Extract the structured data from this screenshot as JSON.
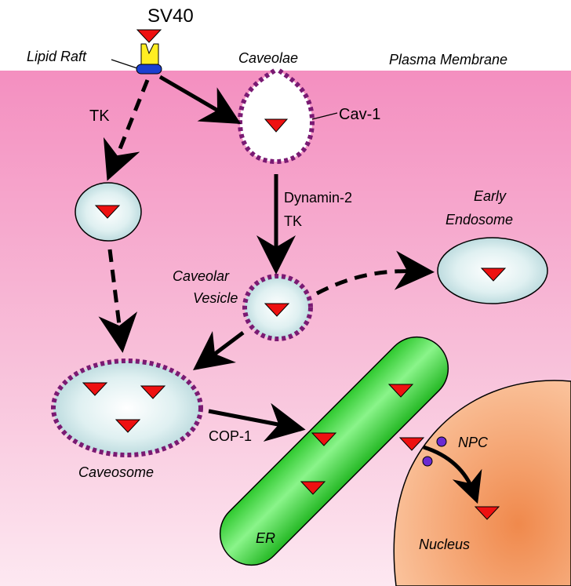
{
  "labels": {
    "sv40": "SV40",
    "lipid_raft": "Lipid Raft",
    "caveolae": "Caveolae",
    "plasma_membrane": "Plasma Membrane",
    "tk_left": "TK",
    "cav1": "Cav-1",
    "dynamin2": "Dynamin-2",
    "tk_center": "TK",
    "early": "Early",
    "endosome": "Endosome",
    "caveolar": "Caveolar",
    "vesicle": "Vesicle",
    "caveosome": "Caveosome",
    "cop1": "COP-1",
    "er": "ER",
    "npc": "NPC",
    "nucleus": "Nucleus"
  },
  "colors": {
    "membrane_top": "#f48fc0",
    "membrane_bottom": "#fde4ef",
    "vesicle_fill": "#cfe7ea",
    "caveolin_dots": "#7a1a73",
    "er_fill": "#33d633",
    "nucleus_fill": "#f6a06a",
    "virus_red": "#ee1111",
    "npc_purple": "#6a2bd1",
    "raft_blue": "#1a3fd0",
    "receptor_yellow": "#ffee22"
  }
}
